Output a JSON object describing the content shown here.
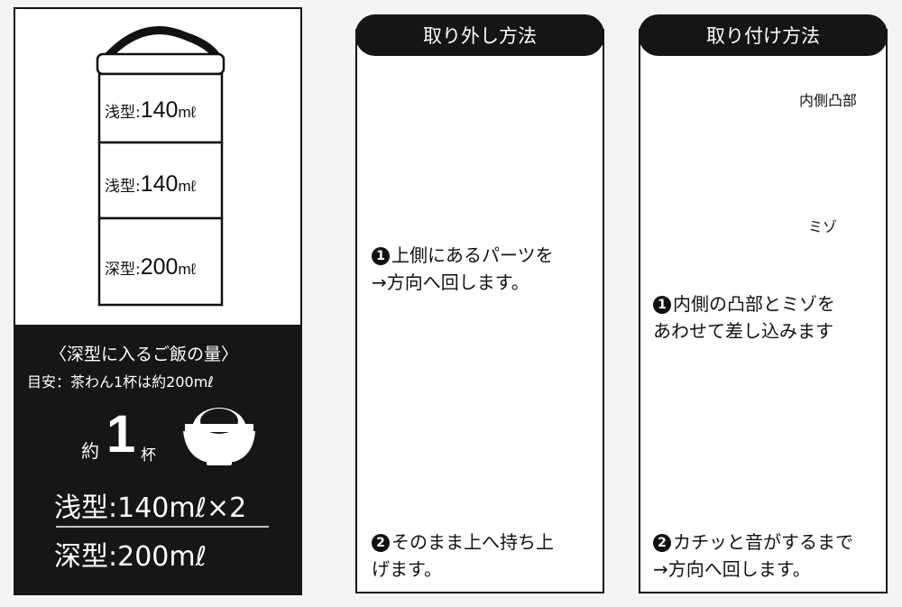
{
  "left": {
    "tiers": [
      {
        "type": "浅型",
        "sep": ":",
        "num": "140",
        "unit": "mℓ"
      },
      {
        "type": "浅型",
        "sep": ":",
        "num": "140",
        "unit": "mℓ"
      },
      {
        "type": "深型",
        "sep": ":",
        "num": "200",
        "unit": "mℓ"
      }
    ],
    "rice_heading": "〈深型に入るご飯の量〉",
    "rice_note": "目安：茶わん1杯は約200mℓ",
    "cups_prefix": "約",
    "cups_num": "1",
    "cups_suffix": "杯",
    "shallow_line": "浅型:140mℓ×2",
    "deep_line": "深型:200mℓ"
  },
  "removal": {
    "title": "取り外し方法",
    "step1_num": "1",
    "step1_text": "上側にあるパーツを\n→方向へ回します。",
    "step2_num": "2",
    "step2_text": "そのまま上へ持ち上\nげます。"
  },
  "attach": {
    "title": "取り付け方法",
    "callout_convex": "内側凸部",
    "callout_groove": "ミゾ",
    "step1_num": "1",
    "step1_text": "内側の凸部とミゾを\nあわせて差し込みます",
    "step2_num": "2",
    "step2_text": "カチッと音がするまで\n→方向へ回します。"
  }
}
